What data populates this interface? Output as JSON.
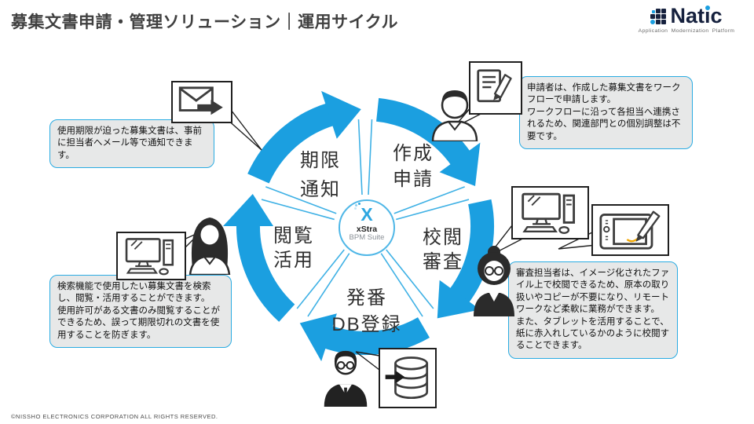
{
  "title": "募集文書申請・管理ソリューション｜運用サイクル",
  "footer": "©NISSHO ELECTRONICS CORPORATION  ALL RIGHTS RESERVED.",
  "brand": {
    "name": "Natic",
    "name_pre": "Nat",
    "name_i": "i",
    "name_post": "c",
    "tagline": "Application Modernization Platform"
  },
  "hub": {
    "mark": "X",
    "product": "xStra",
    "suite": "BPM Suite"
  },
  "cycle": {
    "steps": [
      {
        "name": "期限通知",
        "line1": "期限",
        "line2": "通知"
      },
      {
        "name": "作成申請",
        "line1": "作成",
        "line2": "申請"
      },
      {
        "name": "校閲審査",
        "line1": "校閲",
        "line2": "審査"
      },
      {
        "name": "発番DB登録",
        "line1": "発番",
        "line2": "DB登録"
      },
      {
        "name": "閲覧活用",
        "line1": "閲覧",
        "line2": "活用"
      }
    ]
  },
  "callouts": {
    "notify": "使用期限が迫った募集文書は、事前に担当者へメール等で通知できます。",
    "apply": "申請者は、作成した募集文書をワークフローで申請します。\nワークフローに沿って各担当へ連携されるため、関連部門との個別調整は不要です。",
    "review": "審査担当者は、イメージ化されたファイル上で校閲できるため、原本の取り扱いやコピーが不要になり、リモートワークなど柔軟に業務ができます。\nまた、タブレットを活用することで、紙に赤入れしているかのように校閲することできます。",
    "search": "検索機能で使用したい募集文書を検索し、閲覧・活用することができます。\n使用許可がある文書のみ閲覧することができるため、誤って期限切れの文書を使用することを防ぎます。"
  },
  "colors": {
    "accent": "#1B9FE0",
    "hub_border": "#4FB7E7",
    "callout_bg": "#E7E8E8",
    "callout_border": "#29ABE2",
    "navy": "#16213E",
    "title": "#404040",
    "pen_stroke": "#F0A500"
  }
}
